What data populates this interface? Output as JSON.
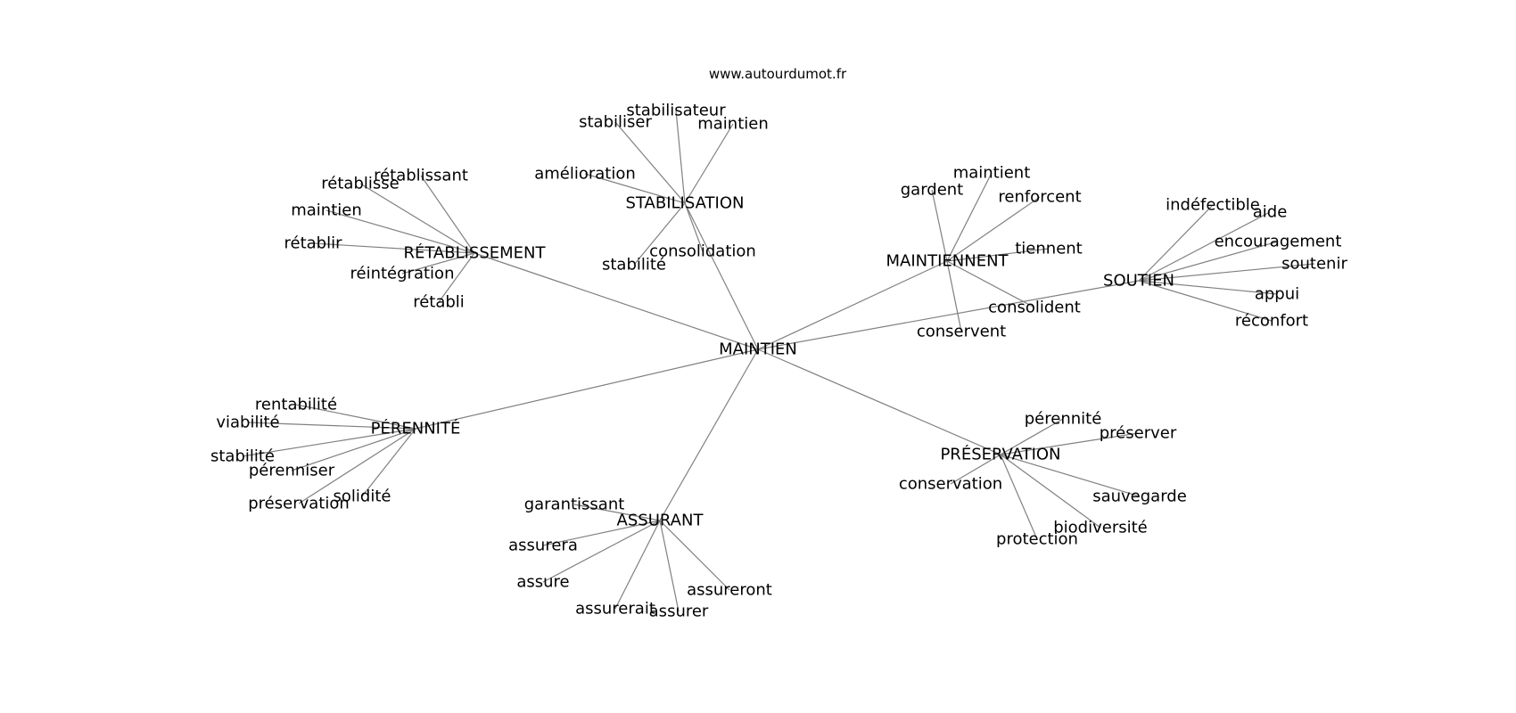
{
  "credit": "www.autourdumot.fr",
  "center": "MAINTIEN",
  "hubs": [
    {
      "label": "STABILISATION",
      "words": [
        "stabilisateur",
        "stabiliser",
        "maintien",
        "amélioration",
        "stabilité",
        "consolidation"
      ]
    },
    {
      "label": "RÉTABLISSEMENT",
      "words": [
        "rétablissant",
        "rétablisse",
        "maintien",
        "rétablir",
        "réintégration",
        "rétabli"
      ]
    },
    {
      "label": "MAINTIENNENT",
      "words": [
        "maintient",
        "gardent",
        "renforcent",
        "tiennent",
        "consolident",
        "conservent"
      ]
    },
    {
      "label": "SOUTIEN",
      "words": [
        "indéfectible",
        "aide",
        "encouragement",
        "soutenir",
        "appui",
        "réconfort"
      ]
    },
    {
      "label": "PÉRENNITÉ",
      "words": [
        "rentabilité",
        "viabilité",
        "stabilité",
        "pérenniser",
        "solidité",
        "préservation"
      ]
    },
    {
      "label": "PRÉSERVATION",
      "words": [
        "pérennité",
        "préserver",
        "conservation",
        "sauvegarde",
        "biodiversité",
        "protection"
      ]
    },
    {
      "label": "ASSURANT",
      "words": [
        "garantissant",
        "assurera",
        "assure",
        "assureront",
        "assurerait",
        "assurer"
      ]
    }
  ]
}
